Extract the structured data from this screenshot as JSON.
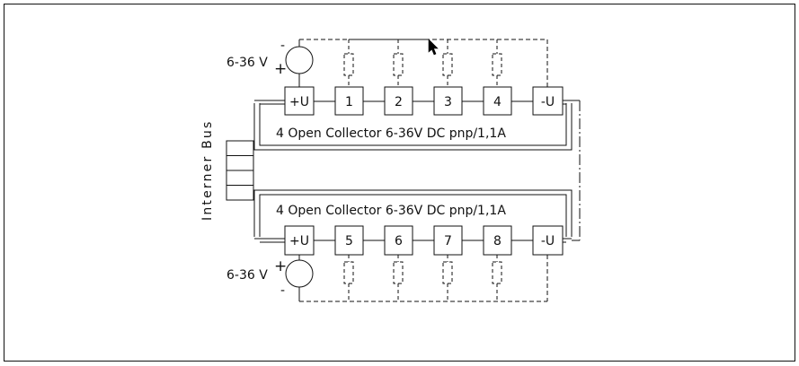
{
  "supply_label_top": "6-36 V",
  "supply_label_bottom": "6-36 V",
  "plus_sign": "+",
  "minus_sign": "-",
  "bus_label": "Interner Bus",
  "module_top": {
    "caption": "4 Open Collector 6-36V DC pnp/1,1A",
    "terminals": [
      "+U",
      "1",
      "2",
      "3",
      "4",
      "-U"
    ]
  },
  "module_bottom": {
    "caption": "4 Open Collector 6-36V DC pnp/1,1A",
    "terminals": [
      "+U",
      "5",
      "6",
      "7",
      "8",
      "-U"
    ]
  },
  "colors": {
    "line": "#111111",
    "background": "#ffffff"
  }
}
